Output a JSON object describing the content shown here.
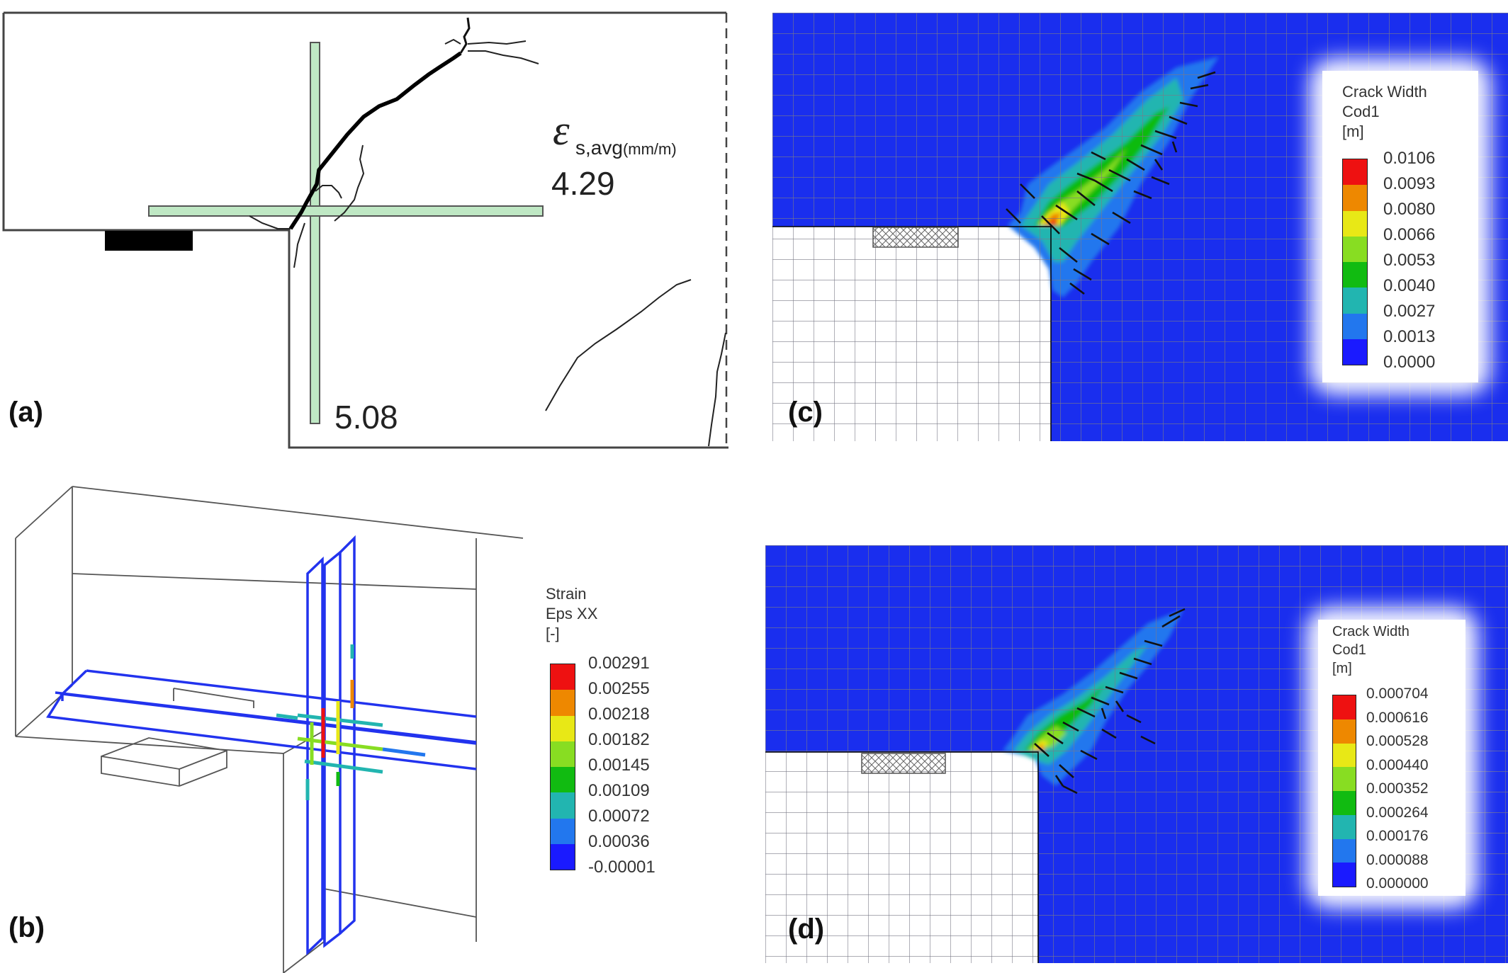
{
  "panels": {
    "a": {
      "label": "(a)",
      "symbol": "ε",
      "subscript": "s,avg",
      "unit": "(mm/m)",
      "horizontal_value": "4.29",
      "vertical_value": "5.08"
    },
    "b": {
      "label": "(b)",
      "legend": {
        "title_lines": [
          "Strain",
          "Eps XX",
          "[-]"
        ],
        "values": [
          "0.00291",
          "0.00255",
          "0.00218",
          "0.00182",
          "0.00145",
          "0.00109",
          "0.00072",
          "0.00036",
          "-0.00001"
        ]
      }
    },
    "c": {
      "label": "(c)",
      "legend": {
        "title_lines": [
          "Crack Width",
          "Cod1",
          "[m]"
        ],
        "values": [
          "0.0106",
          "0.0093",
          "0.0080",
          "0.0066",
          "0.0053",
          "0.0040",
          "0.0027",
          "0.0013",
          "0.0000"
        ]
      }
    },
    "d": {
      "label": "(d)",
      "legend": {
        "title_lines": [
          "Crack Width",
          "Cod1",
          "[m]"
        ],
        "values": [
          "0.000704",
          "0.000616",
          "0.000528",
          "0.000440",
          "0.000352",
          "0.000264",
          "0.000176",
          "0.000088",
          "0.000000"
        ]
      }
    }
  },
  "colors": {
    "scale": [
      "#ee1111",
      "#ee8800",
      "#e8e816",
      "#88dd22",
      "#11bb11",
      "#22b5b0",
      "#2277ee",
      "#1a1aff"
    ],
    "mesh_fill": "#1a2eee",
    "rebar_fill": "#bfe8c4",
    "bearing_plate": "#a8a8a0"
  }
}
